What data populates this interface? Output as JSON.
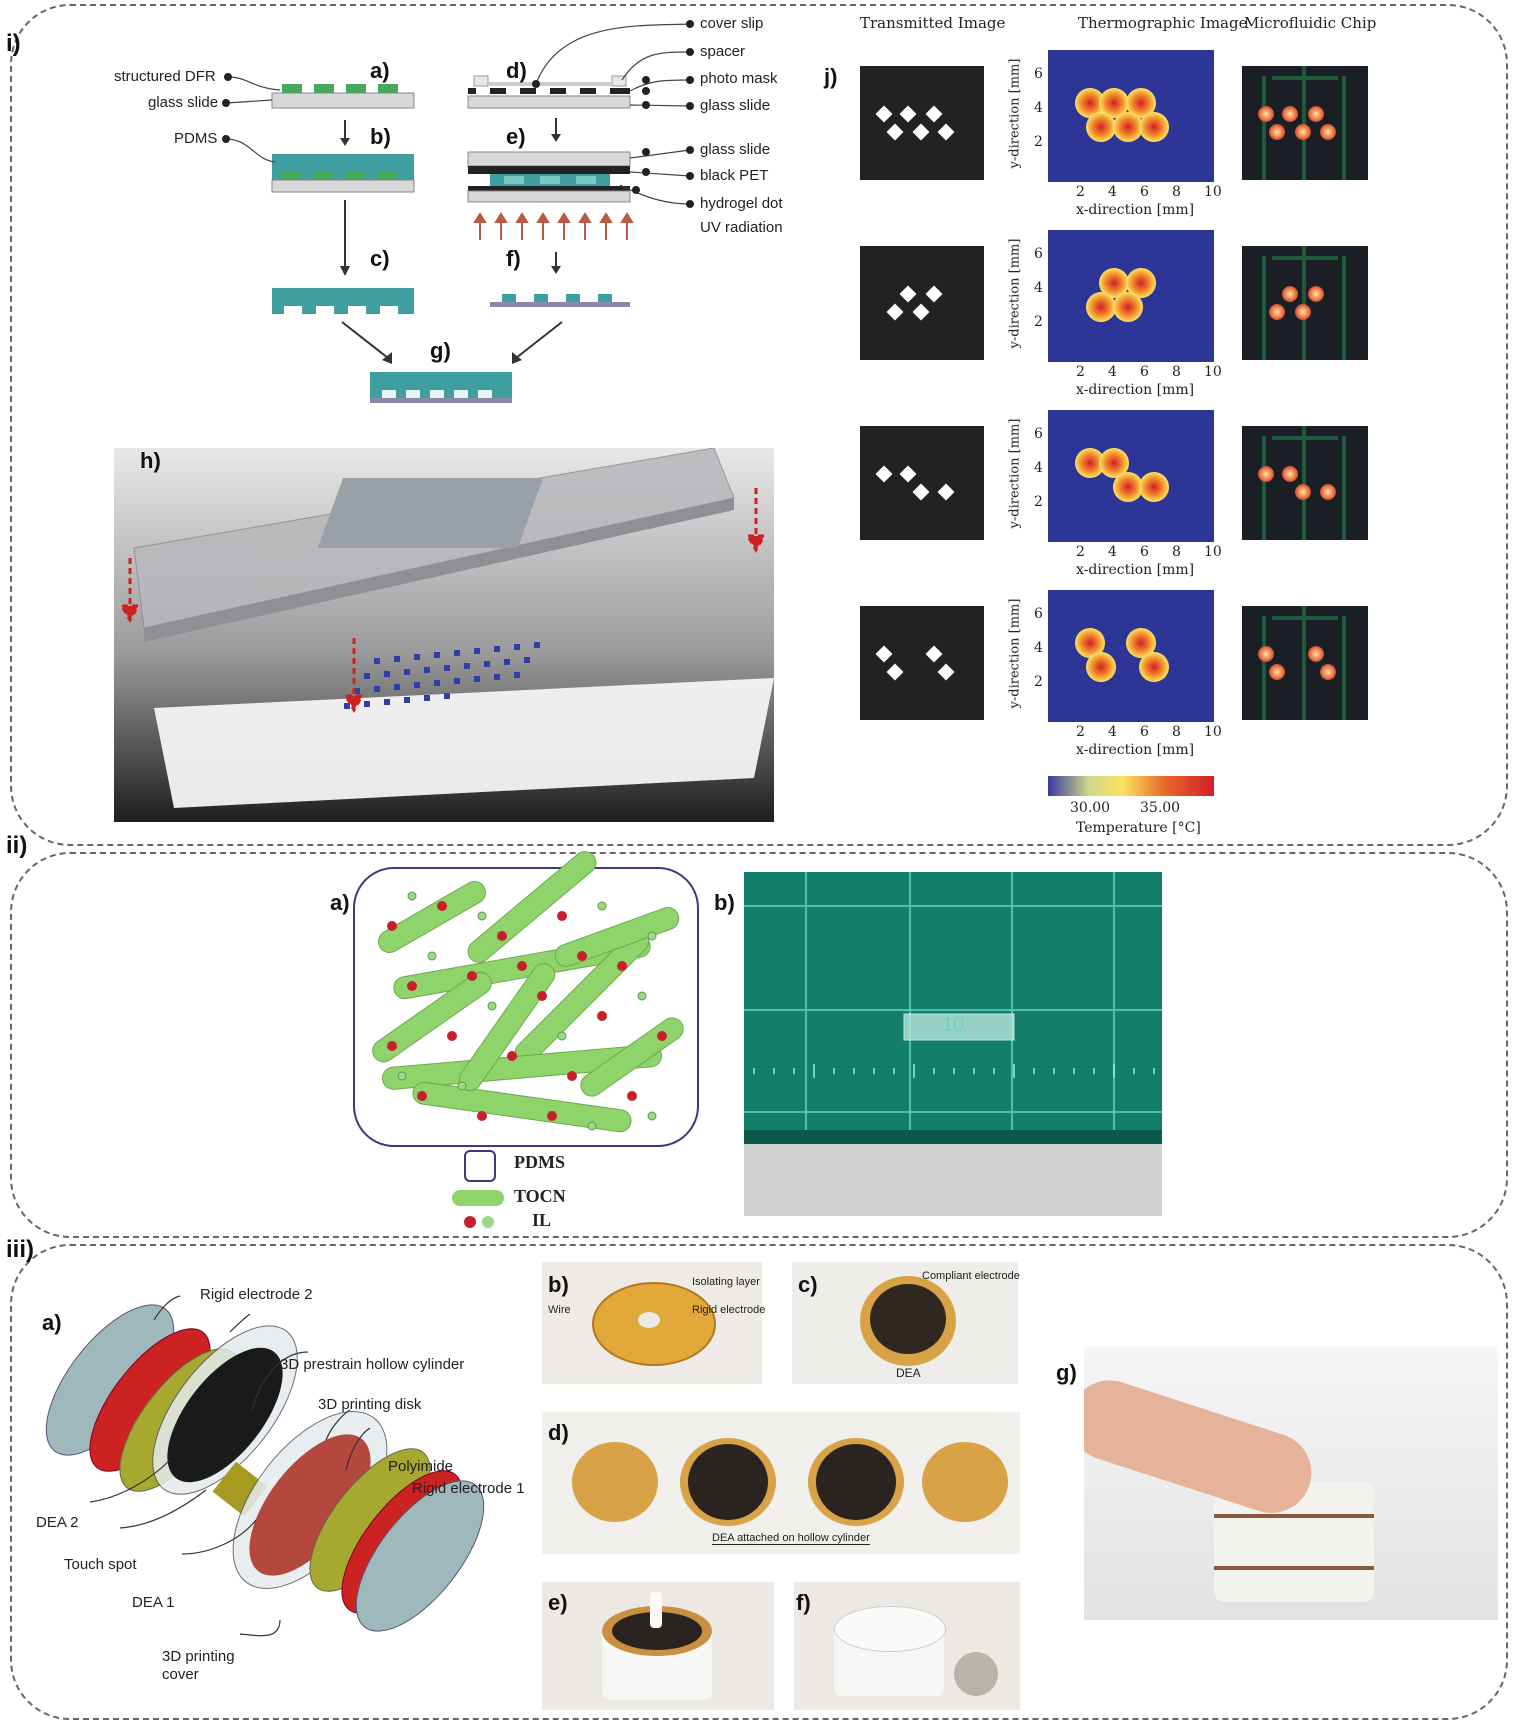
{
  "panels": {
    "i": "i)",
    "ii": "ii)",
    "iii": "iii)"
  },
  "i_fab": {
    "labels": {
      "a": "a)",
      "b": "b)",
      "c": "c)",
      "d": "d)",
      "e": "e)",
      "f": "f)",
      "g": "g)",
      "h": "h)",
      "j": "j)"
    },
    "left_callouts": [
      "structured DFR",
      "glass slide",
      "PDMS"
    ],
    "right_callouts": [
      "cover slip",
      "spacer",
      "photo mask",
      "glass slide",
      "glass slide",
      "black PET",
      "hydrogel dot",
      "UV radiation"
    ]
  },
  "i_thermo": {
    "col_headers": [
      "Transmitted Image",
      "Thermographic Image",
      "Microfluidic Chip"
    ],
    "xlabel": "x-direction [mm]",
    "ylabel": "y-direction [mm]",
    "xticks": [
      "2",
      "4",
      "6",
      "8",
      "10"
    ],
    "yticks": [
      "6",
      "4",
      "2"
    ],
    "colorbar_ticks": [
      "30.00",
      "35.00"
    ],
    "colorbar_label": "Temperature [°C]",
    "rows": [
      {
        "spots": [
          [
            3.5,
            4.2
          ],
          [
            5,
            4.2
          ],
          [
            6.6,
            4.2
          ],
          [
            4.2,
            2.9
          ],
          [
            5.8,
            2.9
          ],
          [
            7.4,
            2.9
          ]
        ]
      },
      {
        "spots": [
          [
            5,
            4.2
          ],
          [
            6.6,
            4.2
          ],
          [
            4.2,
            2.9
          ],
          [
            5.8,
            2.9
          ]
        ]
      },
      {
        "spots": [
          [
            3.5,
            4.2
          ],
          [
            5,
            4.2
          ],
          [
            5.8,
            2.9
          ],
          [
            7.4,
            2.9
          ]
        ]
      },
      {
        "spots": [
          [
            3.5,
            4.2
          ],
          [
            4.2,
            2.9
          ],
          [
            6.6,
            4.2
          ],
          [
            7.4,
            2.9
          ]
        ]
      }
    ]
  },
  "ii": {
    "labels": {
      "a": "a)",
      "b": "b)"
    },
    "legend": [
      "PDMS",
      "TOCN",
      "IL"
    ],
    "ruler_text": "10"
  },
  "iii": {
    "labels": {
      "a": "a)",
      "b": "b)",
      "c": "c)",
      "d": "d)",
      "e": "e)",
      "f": "f)",
      "g": "g)"
    },
    "a_callouts": [
      "Rigid electrode 2",
      "3D prestrain hollow cylinder",
      "3D printing disk",
      "Polyimide",
      "Rigid electrode 1",
      "DEA 2",
      "Touch spot",
      "DEA 1",
      "3D printing",
      "cover"
    ],
    "b_callouts": [
      "Isolating layer",
      "Wire",
      "Rigid electrode"
    ],
    "c_callouts": [
      "Compliant electrode",
      "DEA"
    ],
    "d_caption": "DEA attached on hollow cylinder"
  },
  "colors": {
    "teal": "#3f9ea0",
    "thermo_bg": "#2d3596",
    "photo_green": "#137e6a",
    "tocn_green": "#8fd46a",
    "il_red": "#c8202a"
  }
}
